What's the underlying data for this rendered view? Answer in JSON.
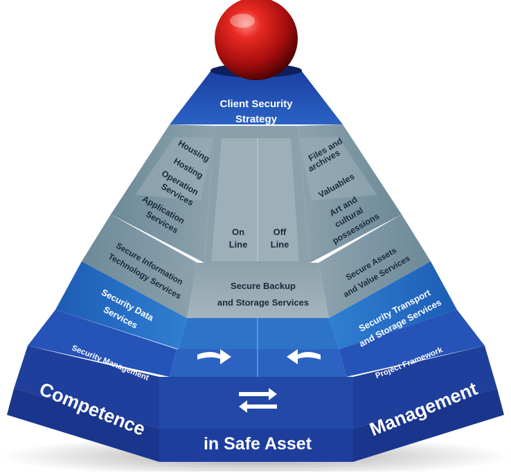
{
  "top": {
    "title_line1": "Client Security",
    "title_line2": "Strategy"
  },
  "left_panel": {
    "items": [
      "Housing",
      "Hosting",
      "Operation",
      "Services",
      "Application",
      "Services"
    ]
  },
  "right_panel": {
    "items": [
      "Files and",
      "archives",
      "Valuables",
      "Art and",
      "cultural",
      "possessions"
    ]
  },
  "center": {
    "online_line1": "On",
    "online_line2": "Line",
    "offline_line1": "Off",
    "offline_line2": "Line"
  },
  "tier2": {
    "left_line1": "Secure Information",
    "left_line2": "Technology Services",
    "center_line1": "Secure Backup",
    "center_line2": "and Storage Services",
    "right_line1": "Secure Assets",
    "right_line2": "and Value Services"
  },
  "tier3": {
    "left_line1": "Security Data",
    "left_line2": "Services",
    "right_line1": "Security Transport",
    "right_line2": "and Storage Services"
  },
  "tier4": {
    "left": "Security Management",
    "right": "Project Framework"
  },
  "base": {
    "left": "Competence",
    "center": "in Safe Asset",
    "right": "Management"
  },
  "colors": {
    "sphere": "#cc1111",
    "blue_dark": "#1f3f9c",
    "blue_mid": "#2a6bc4",
    "blue_light": "#3a8ad6",
    "grey_panel": "#8a9aa6"
  }
}
